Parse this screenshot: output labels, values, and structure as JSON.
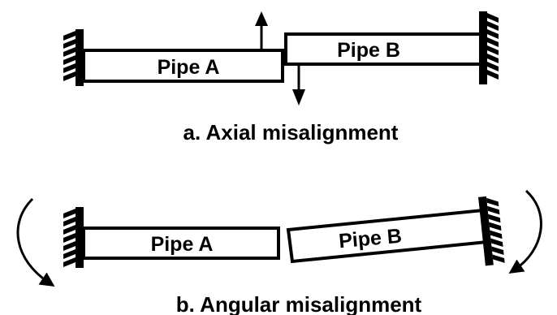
{
  "panel_a": {
    "pipe_a_label": "Pipe A",
    "pipe_b_label": "Pipe B",
    "caption": "a. Axial misalignment"
  },
  "panel_b": {
    "pipe_a_label": "Pipe A",
    "pipe_b_label": "Pipe B",
    "caption": "b. Angular misalignment"
  },
  "colors": {
    "ink": "#000000",
    "background": "#ffffff"
  },
  "icons": [
    "wall-hatch-icon",
    "up-arrow-icon",
    "down-arrow-icon",
    "curved-arrow-icon"
  ]
}
